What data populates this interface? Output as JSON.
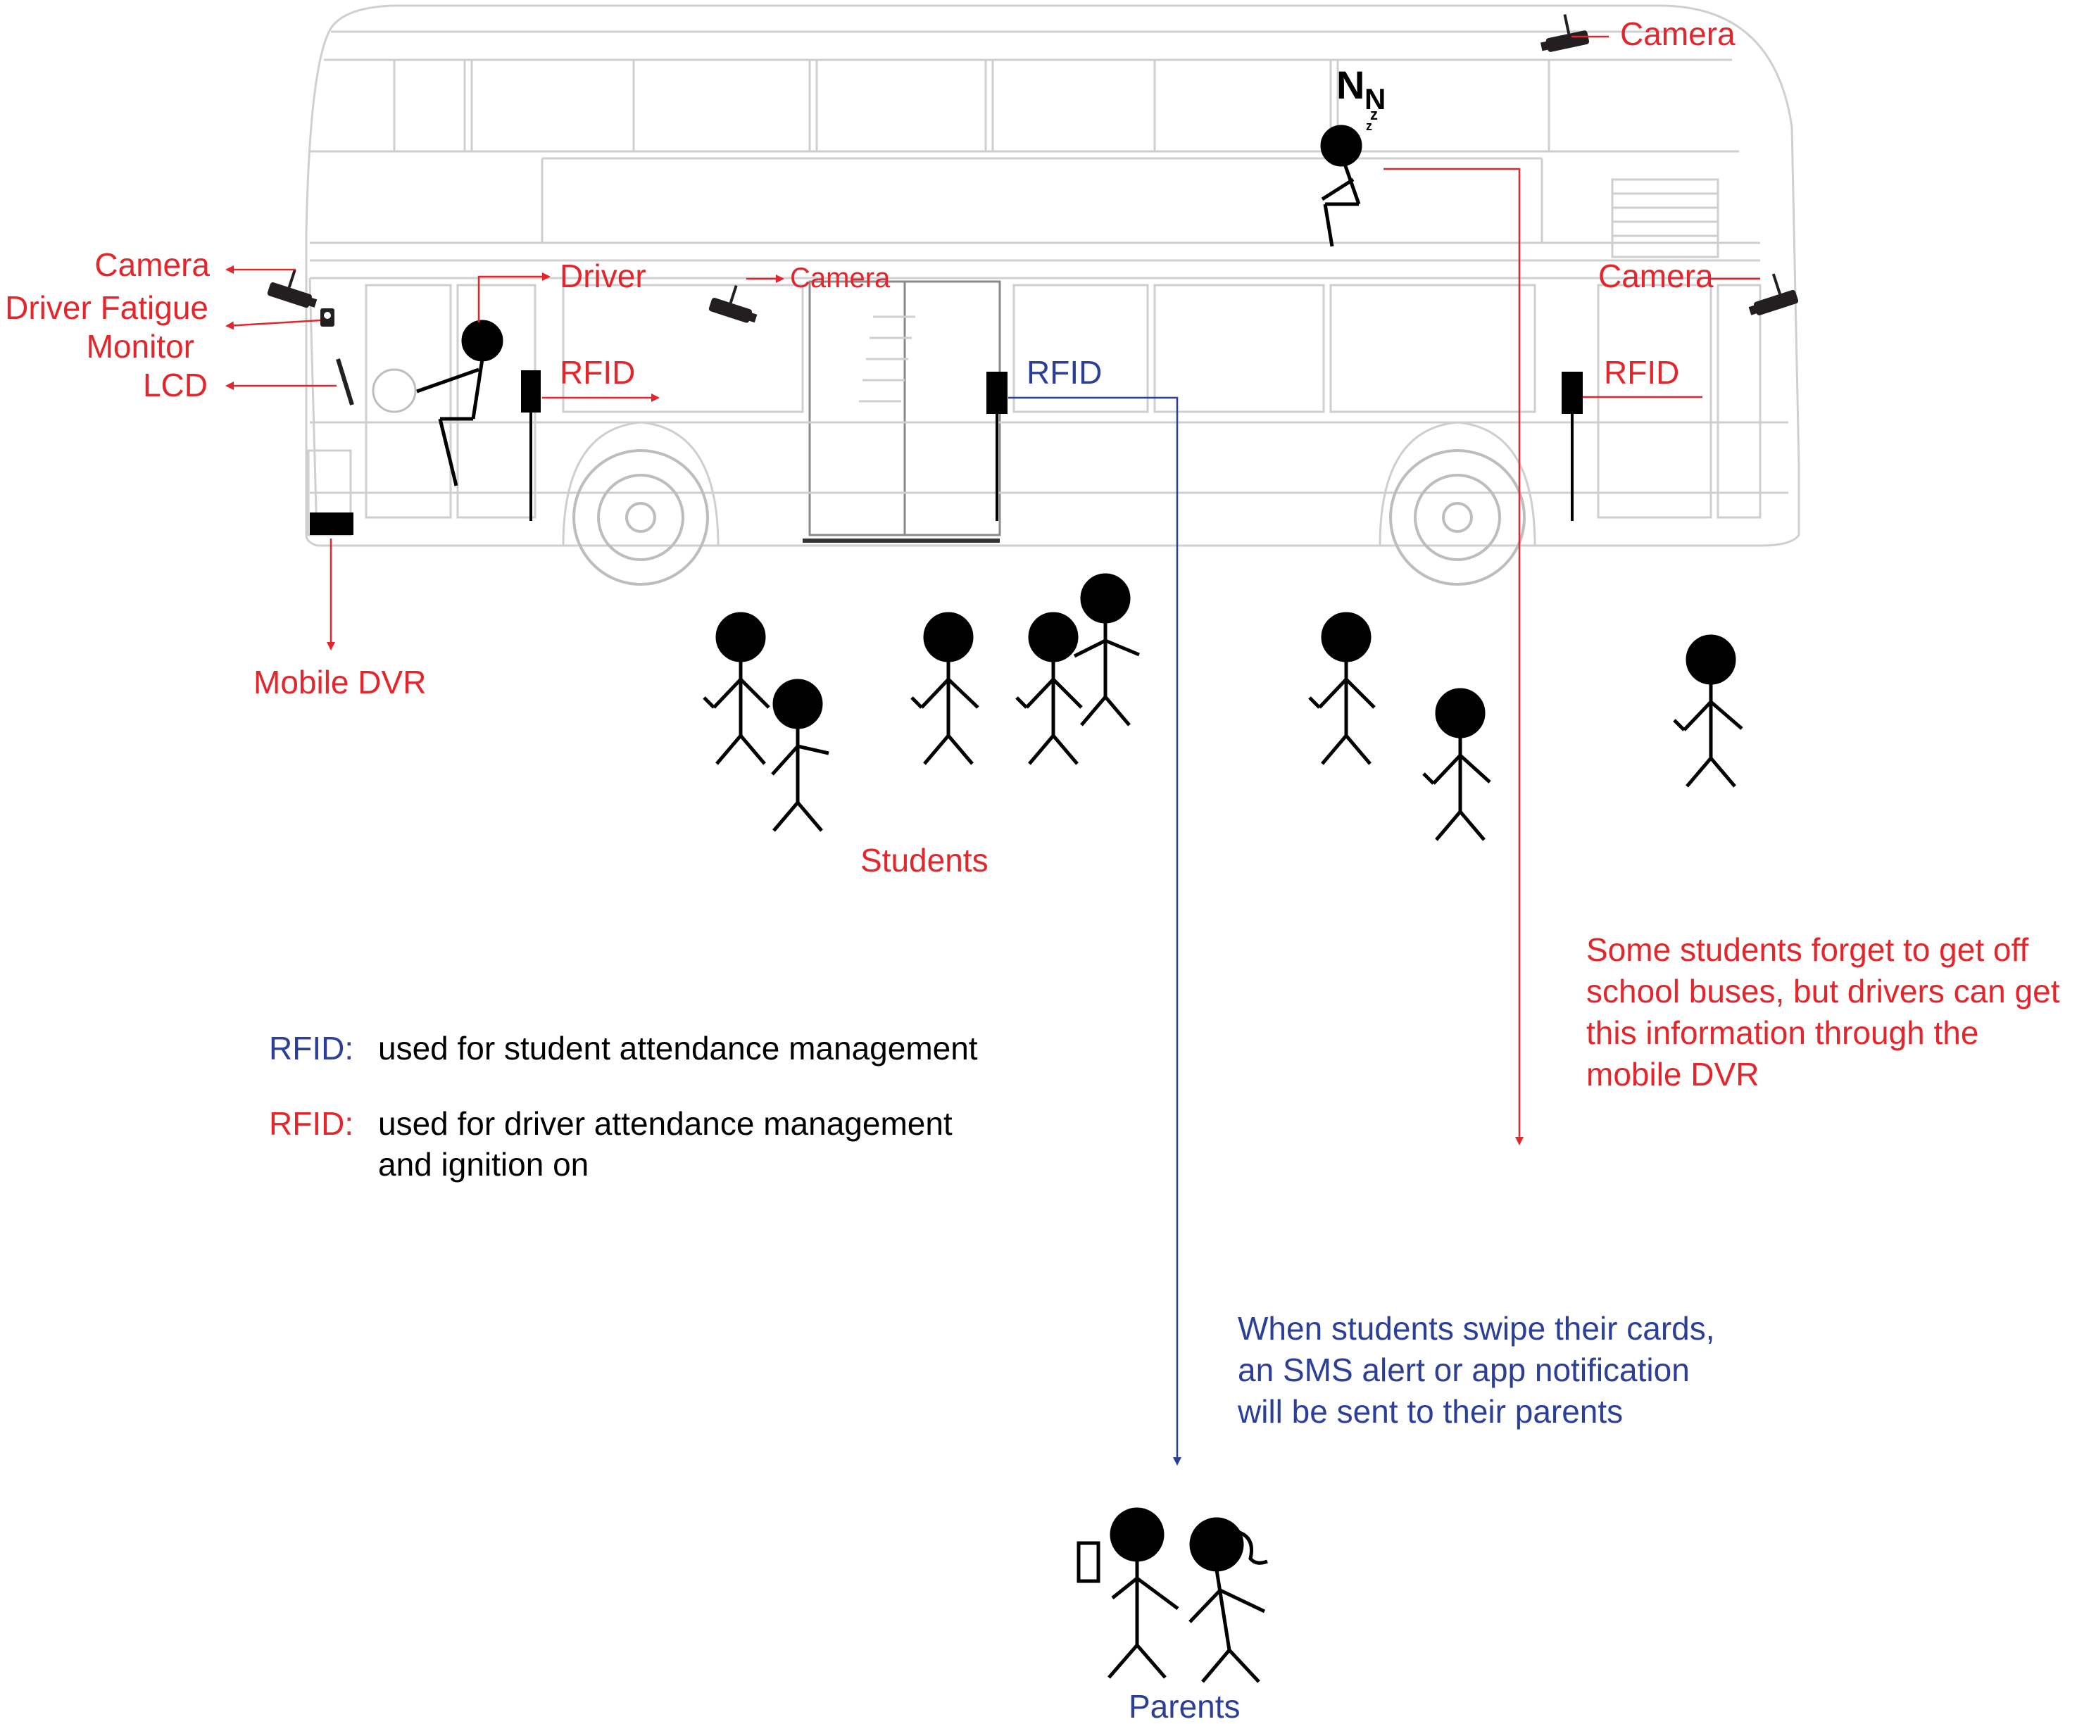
{
  "colors": {
    "red": "#e3262b",
    "blue": "#2b3f98",
    "black": "#000000",
    "bus_line": "#cfcfcf"
  },
  "labels": {
    "camera_top": "Camera",
    "camera_left": "Camera",
    "camera_mid": "Camera",
    "camera_right": "Camera",
    "driver_fatigue_1": "Driver Fatigue",
    "driver_fatigue_2": "Monitor",
    "lcd": "LCD",
    "driver": "Driver",
    "rfid_front": "RFID",
    "rfid_mid": "RFID",
    "rfid_rear": "RFID",
    "mobile_dvr": "Mobile DVR",
    "students": "Students",
    "parents": "Parents"
  },
  "legend": {
    "student_key": "RFID:",
    "student_text": "used for student attendance management",
    "driver_key": "RFID:",
    "driver_text_1": "used for driver attendance management",
    "driver_text_2": "and ignition on"
  },
  "notes": {
    "forget_1": "Some students forget to get off",
    "forget_2": "school buses, but drivers can get",
    "forget_3": "this information through the",
    "forget_4": "mobile DVR",
    "sms_1": "When students swipe their cards,",
    "sms_2": "an SMS alert or app notification",
    "sms_3": "will be sent to their parents"
  },
  "icons": {
    "sleep": "zzz-sleep-icon"
  }
}
